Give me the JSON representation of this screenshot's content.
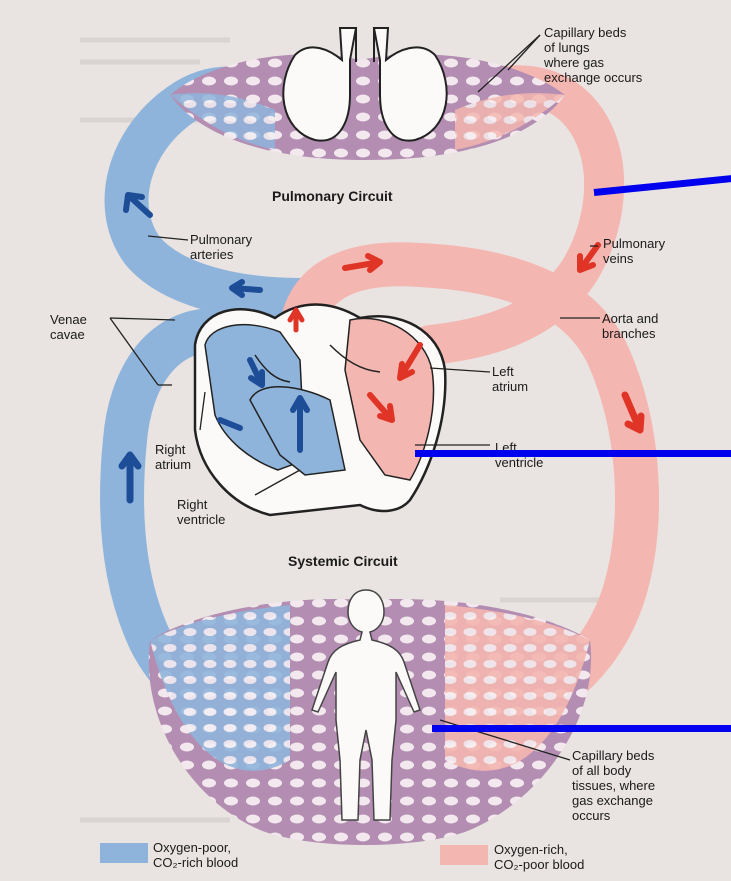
{
  "titles": {
    "pulmonary": "Pulmonary Circuit",
    "systemic": "Systemic Circuit"
  },
  "labels": {
    "capillary_lungs": "Capillary beds\nof lungs\nwhere gas\nexchange occurs",
    "pulmonary_arteries": "Pulmonary\narteries",
    "pulmonary_veins": "Pulmonary\nveins",
    "venae_cavae": "Venae\ncavae",
    "aorta": "Aorta and\nbranches",
    "left_atrium": "Left\natrium",
    "right_atrium": "Right\natrium",
    "left_ventricle": "Left\nventricle",
    "right_ventricle": "Right\nventricle",
    "capillary_body": "Capillary beds\nof all body\ntissues, where\ngas exchange\noccurs"
  },
  "legend": {
    "poor": "Oxygen-poor,\nCO₂-rich blood",
    "rich": "Oxygen-rich,\nCO₂-poor blood"
  },
  "colors": {
    "oxygen_poor": "#8fb4db",
    "oxygen_rich": "#f4b6b0",
    "capillary": "#b48eb2",
    "arrow_blue": "#1e4d98",
    "arrow_red": "#e03426",
    "pointer": "#0000ee",
    "paper": "#e9e4e2"
  }
}
